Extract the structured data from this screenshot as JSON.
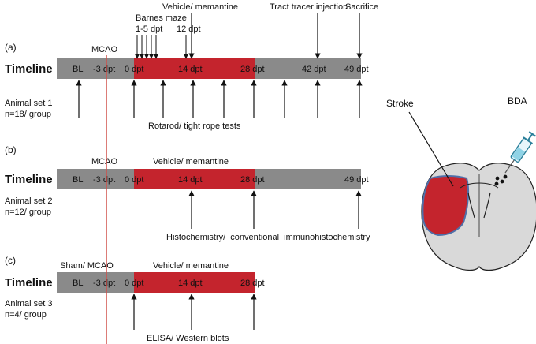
{
  "colors": {
    "grey_bar": "#8a8a8a",
    "red_bar": "#c4242d",
    "red_line": "#d0504a",
    "brain_fill": "#d9d9d9",
    "stroke_fill": "#c4242d",
    "stroke_outline": "#4f6fa8"
  },
  "panels": {
    "a": {
      "letter": "(a)",
      "timeline": "Timeline",
      "animal_set": "Animal set 1",
      "n": "n=18/ group",
      "mcao": "MCAO",
      "treatment": "Vehicle/ memantine",
      "barnes": "Barnes maze",
      "barnes_days": "1-5 dpt",
      "day12": "12 dpt",
      "tracer": "Tract tracer injection",
      "sacrifice": "Sacrifice",
      "bl": "BL",
      "d_neg3": "-3 dpt",
      "d0": "0 dpt",
      "d14": "14 dpt",
      "d28": "28 dpt",
      "d42": "42 dpt",
      "d49": "49 dpt",
      "tests": "Rotarod/ tight rope tests"
    },
    "b": {
      "letter": "(b)",
      "timeline": "Timeline",
      "animal_set": "Animal set 2",
      "n": "n=12/ group",
      "mcao": "MCAO",
      "treatment": "Vehicle/ memantine",
      "bl": "BL",
      "d_neg3": "-3 dpt",
      "d0": "0 dpt",
      "d14": "14 dpt",
      "d28": "28 dpt",
      "d49": "49 dpt",
      "analysis": "Histochemistry/  conventional  immunohistochemistry"
    },
    "c": {
      "letter": "(c)",
      "timeline": "Timeline",
      "animal_set": "Animal set 3",
      "n": "n=4/ group",
      "mcao": "Sham/ MCAO",
      "treatment": "Vehicle/ memantine",
      "bl": "BL",
      "d_neg3": "-3 dpt",
      "d0": "0 dpt",
      "d14": "14 dpt",
      "d28": "28 dpt",
      "analysis": "ELISA/ Western blots"
    }
  },
  "brain": {
    "stroke_label": "Stroke",
    "bda_label": "BDA"
  }
}
